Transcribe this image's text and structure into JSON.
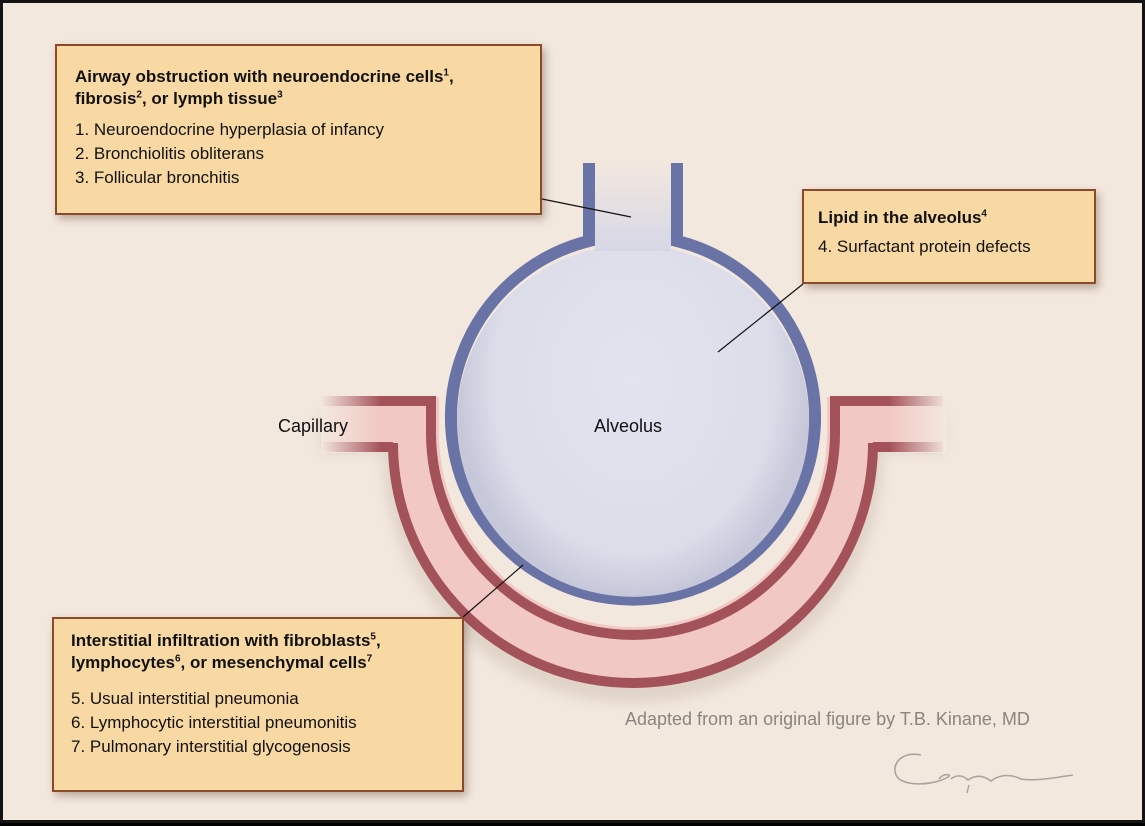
{
  "boxes": {
    "airway": {
      "title_line1": "Airway obstruction with neuroendocrine cells",
      "title_line1_ref": "1",
      "title_line1_punct": ",",
      "title_line2_a": "fibrosis",
      "title_line2_a_ref": "2",
      "title_line2_b": ", or lymph tissue",
      "title_line2_b_ref": "3",
      "items": [
        "1. Neuroendocrine hyperplasia of infancy",
        "2. Bronchiolitis obliterans",
        "3. Follicular bronchitis"
      ]
    },
    "lipid": {
      "title": "Lipid in the alveolus",
      "title_ref": "4",
      "items": [
        "4. Surfactant protein defects"
      ]
    },
    "interstitial": {
      "title_line1": "Interstitial infiltration with fibroblasts",
      "title_line1_ref": "5",
      "title_line1_punct": ",",
      "title_line2_a": "lymphocytes",
      "title_line2_a_ref": "6",
      "title_line2_b": ", or mesenchymal cells",
      "title_line2_b_ref": "7",
      "items": [
        "5. Usual interstitial pneumonia",
        "6. Lymphocytic interstitial pneumonitis",
        "7. Pulmonary interstitial glycogenosis"
      ]
    }
  },
  "labels": {
    "capillary": "Capillary",
    "alveolus": "Alveolus"
  },
  "credit": "Adapted from an original figure by T.B. Kinane, MD",
  "colors": {
    "background": "#f3e8de",
    "box_fill": "#f8d9a4",
    "box_border": "#8b4a2a",
    "alveolus_wall": "#6a73a6",
    "alveolus_fill": "#dfe0ec",
    "capillary_wall": "#a4525a",
    "capillary_fill": "#f1c8c4"
  }
}
